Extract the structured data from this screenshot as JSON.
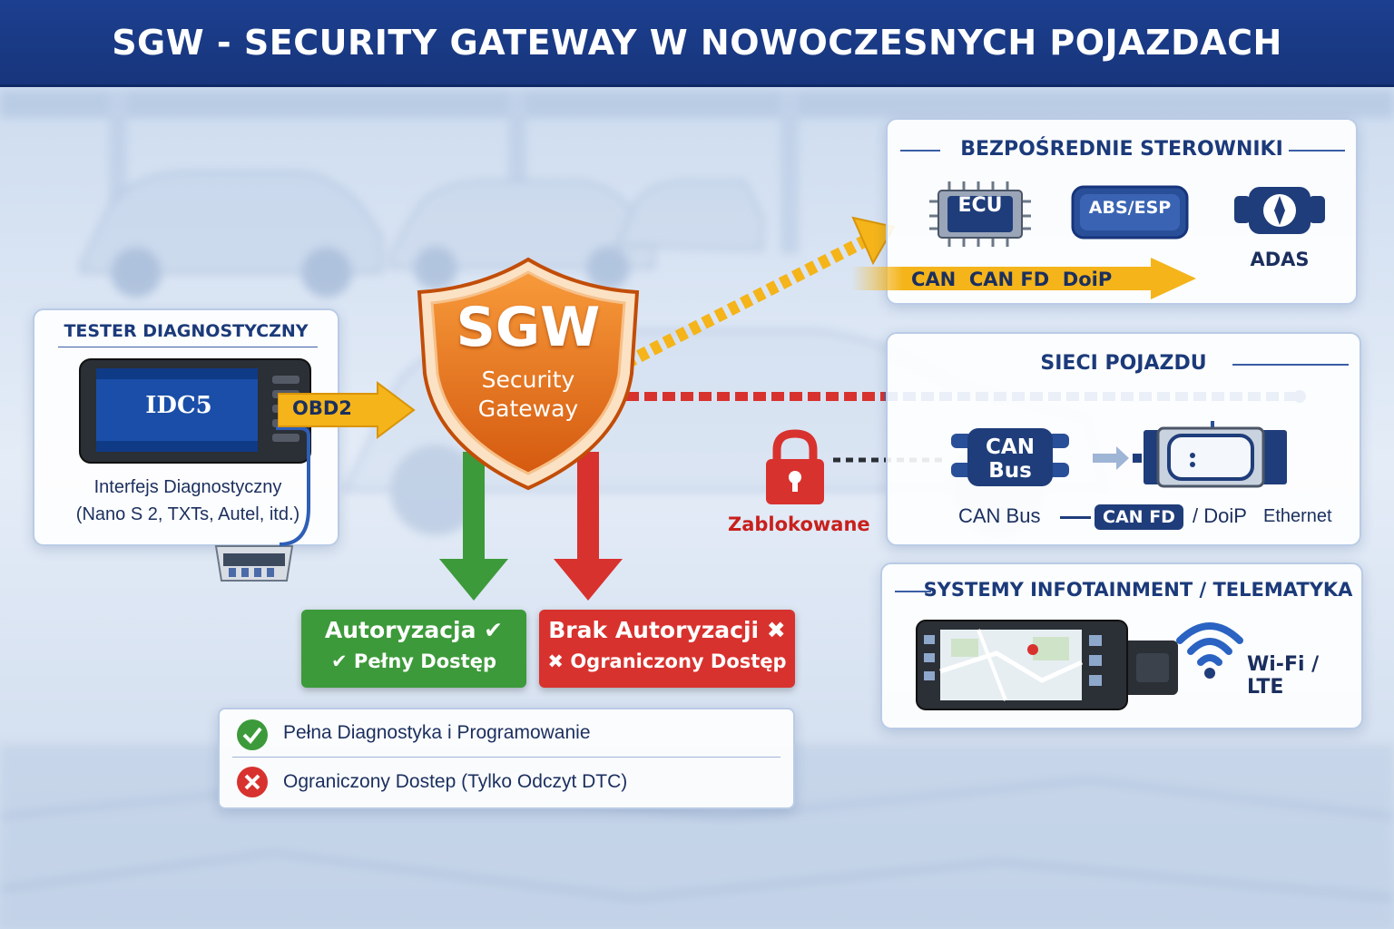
{
  "title": "SGW - SECURITY GATEWAY W NOWOCZESNYCH POJAZDACH",
  "tester": {
    "heading": "TESTER DIAGNOSTYCZNY",
    "screen_label": "IDC5",
    "interface_line1": "Interfejs Diagnostyczny",
    "interface_line2": "(Nano S 2, TXTs, Autel, itd.)",
    "connector_label": "OBD2"
  },
  "gateway": {
    "abbr": "SGW",
    "line1": "Security",
    "line2": "Gateway"
  },
  "direct_controllers": {
    "heading": "BEZPOŚREDNIE STEROWNIKI",
    "ecu": "ECU",
    "abs": "ABS/ESP",
    "adas": "ADAS",
    "protocols": "CAN  CAN FD  DoiP"
  },
  "vehicle_networks": {
    "heading": "SIECI POJAZDU",
    "can_top": "CAN",
    "can_bottom": "Bus",
    "blocked": "Zablokowane",
    "can_bus": "CAN Bus",
    "can_fd": "CAN FD",
    "doip": "/ DoiP",
    "ethernet": "Ethernet"
  },
  "infotainment": {
    "heading": "SYSTEMY INFOTAINMENT / TELEMATYKA",
    "wifi": "Wi-Fi / LTE"
  },
  "auth": {
    "ok_title": "Autoryzacja ✔",
    "ok_sub": "✔ Pełny Dostęp",
    "fail_title": "Brak Autoryzacji ✖",
    "fail_sub": "✖ Ograniczony Dostęp"
  },
  "legend": {
    "full": "Pełna Diagnostyka i Programowanie",
    "limited": "Ograniczony Dostep (Tylko Odczyt DTC)"
  },
  "colors": {
    "navy": "#17357c",
    "orange": "#e8701c",
    "green": "#3c9a3a",
    "red": "#d8322e",
    "yellow": "#f4b41a",
    "blue_line": "#2f5fb8"
  }
}
